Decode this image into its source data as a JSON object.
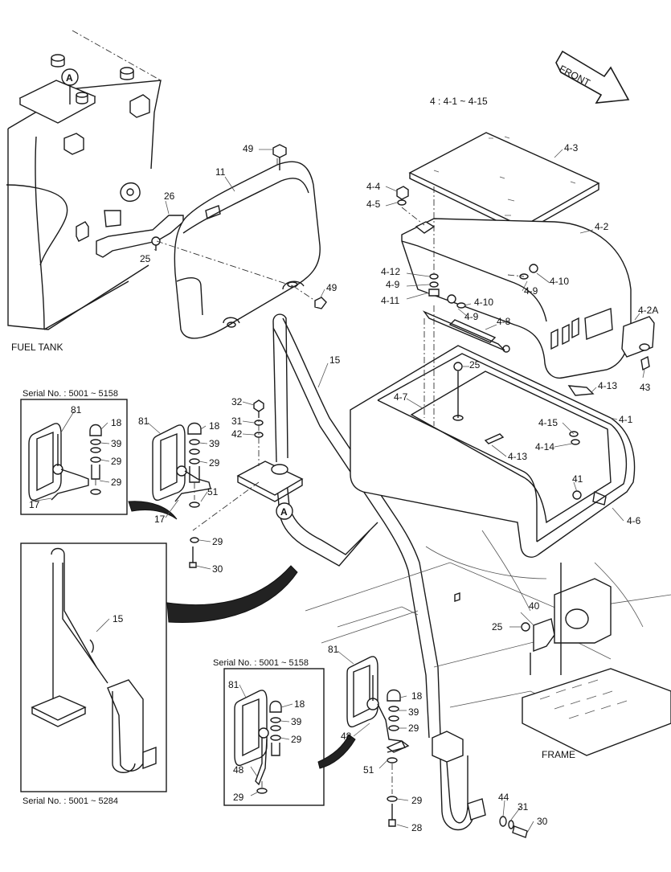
{
  "diagram": {
    "front_label": "FRONT",
    "assembly_note": "4 : 4-1 ~ 4-15",
    "fuel_tank_label": "FUEL TANK",
    "frame_label": "FRAME",
    "serial_box_left_top": "Serial No. : 5001 ~ 5158",
    "serial_box_left_bottom": "Serial No. : 5001 ~ 5284",
    "serial_box_center": "Serial No. : 5001 ~ 5158",
    "ref_mark": "A",
    "part_labels": [
      {
        "id": "p49a",
        "text": "49"
      },
      {
        "id": "p11",
        "text": "11"
      },
      {
        "id": "p26",
        "text": "26"
      },
      {
        "id": "p25a",
        "text": "25"
      },
      {
        "id": "p49b",
        "text": "49"
      },
      {
        "id": "p4-3",
        "text": "4-3"
      },
      {
        "id": "p4-4",
        "text": "4-4"
      },
      {
        "id": "p4-5",
        "text": "4-5"
      },
      {
        "id": "p4-2",
        "text": "4-2"
      },
      {
        "id": "p4-12",
        "text": "4-12"
      },
      {
        "id": "p4-9a",
        "text": "4-9"
      },
      {
        "id": "p4-11",
        "text": "4-11"
      },
      {
        "id": "p4-10a",
        "text": "4-10"
      },
      {
        "id": "p4-9b",
        "text": "4-9"
      },
      {
        "id": "p4-10b",
        "text": "4-10"
      },
      {
        "id": "p4-9c",
        "text": "4-9"
      },
      {
        "id": "p4-8",
        "text": "4-8"
      },
      {
        "id": "p4-2A",
        "text": "4-2A"
      },
      {
        "id": "p43",
        "text": "43"
      },
      {
        "id": "p15a",
        "text": "15"
      },
      {
        "id": "p25b",
        "text": "25"
      },
      {
        "id": "p4-7",
        "text": "4-7"
      },
      {
        "id": "p4-13a",
        "text": "4-13"
      },
      {
        "id": "p4-1",
        "text": "4-1"
      },
      {
        "id": "p4-15",
        "text": "4-15"
      },
      {
        "id": "p4-14",
        "text": "4-14"
      },
      {
        "id": "p4-13b",
        "text": "4-13"
      },
      {
        "id": "p41",
        "text": "41"
      },
      {
        "id": "p4-6",
        "text": "4-6"
      },
      {
        "id": "p32",
        "text": "32"
      },
      {
        "id": "p31a",
        "text": "31"
      },
      {
        "id": "p42",
        "text": "42"
      },
      {
        "id": "p81a",
        "text": "81"
      },
      {
        "id": "p18a",
        "text": "18"
      },
      {
        "id": "p39a",
        "text": "39"
      },
      {
        "id": "p29a",
        "text": "29"
      },
      {
        "id": "p29b",
        "text": "29"
      },
      {
        "id": "p17a",
        "text": "17"
      },
      {
        "id": "p81b",
        "text": "81"
      },
      {
        "id": "p18b",
        "text": "18"
      },
      {
        "id": "p39b",
        "text": "39"
      },
      {
        "id": "p29c",
        "text": "29"
      },
      {
        "id": "p51a",
        "text": "51"
      },
      {
        "id": "p17b",
        "text": "17"
      },
      {
        "id": "p29d",
        "text": "29"
      },
      {
        "id": "p30a",
        "text": "30"
      },
      {
        "id": "p15b",
        "text": "15"
      },
      {
        "id": "p40",
        "text": "40"
      },
      {
        "id": "p25c",
        "text": "25"
      },
      {
        "id": "p81c",
        "text": "81"
      },
      {
        "id": "p81d",
        "text": "81"
      },
      {
        "id": "p18c",
        "text": "18"
      },
      {
        "id": "p39c",
        "text": "39"
      },
      {
        "id": "p29e",
        "text": "29"
      },
      {
        "id": "p48a",
        "text": "48"
      },
      {
        "id": "p29f",
        "text": "29"
      },
      {
        "id": "p18d",
        "text": "18"
      },
      {
        "id": "p39d",
        "text": "39"
      },
      {
        "id": "p29g",
        "text": "29"
      },
      {
        "id": "p48b",
        "text": "48"
      },
      {
        "id": "p51b",
        "text": "51"
      },
      {
        "id": "p29h",
        "text": "29"
      },
      {
        "id": "p28",
        "text": "28"
      },
      {
        "id": "p44",
        "text": "44"
      },
      {
        "id": "p31b",
        "text": "31"
      },
      {
        "id": "p30b",
        "text": "30"
      }
    ]
  }
}
